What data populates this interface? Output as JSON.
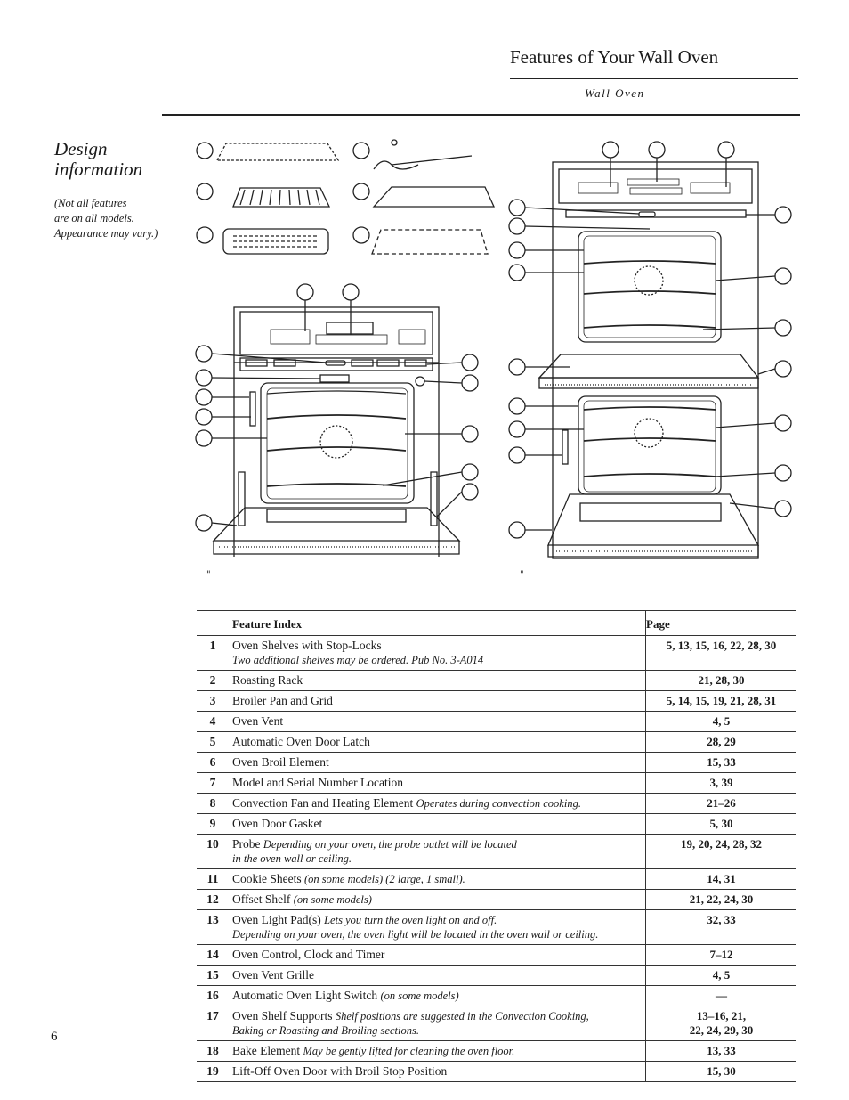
{
  "header": {
    "title": "Features of Your Wall Oven",
    "subtitle": "Wall Oven"
  },
  "sidebar": {
    "heading": "Design information",
    "note_lines": [
      "(Not all features",
      "are on all models.",
      "Appearance may vary.)"
    ]
  },
  "diagram": {
    "left_quote": "\"",
    "right_quote": "\""
  },
  "table": {
    "headers": {
      "feature": "Feature Index",
      "page": "Page"
    },
    "rows": [
      {
        "num": "1",
        "name": "Oven Shelves with Stop-Locks",
        "note": "",
        "note2": "Two additional shelves may be ordered. Pub No. 3-A014",
        "page": "5, 13, 15, 16, 22, 28, 30",
        "page2": ""
      },
      {
        "num": "2",
        "name": "Roasting Rack",
        "note": "",
        "note2": "",
        "page": "21, 28, 30",
        "page2": ""
      },
      {
        "num": "3",
        "name": "Broiler Pan and Grid",
        "note": "",
        "note2": "",
        "page": "5, 14, 15, 19, 21, 28, 31",
        "page2": ""
      },
      {
        "num": "4",
        "name": "Oven Vent",
        "note": "",
        "note2": "",
        "page": "4, 5",
        "page2": ""
      },
      {
        "num": "5",
        "name": "Automatic Oven Door Latch",
        "note": "",
        "note2": "",
        "page": "28, 29",
        "page2": ""
      },
      {
        "num": "6",
        "name": "Oven Broil Element",
        "note": "",
        "note2": "",
        "page": "15, 33",
        "page2": ""
      },
      {
        "num": "7",
        "name": "Model and Serial Number Location",
        "note": "",
        "note2": "",
        "page": "3, 39",
        "page2": ""
      },
      {
        "num": "8",
        "name": "Convection Fan and Heating Element",
        "note": "Operates during convection cooking.",
        "note2": "",
        "page": "21–26",
        "page2": ""
      },
      {
        "num": "9",
        "name": "Oven Door Gasket",
        "note": "",
        "note2": "",
        "page": "5, 30",
        "page2": ""
      },
      {
        "num": "10",
        "name": "Probe",
        "note": "Depending on your oven, the probe outlet will be located",
        "note2": "in the oven wall or ceiling.",
        "page": "19, 20, 24, 28, 32",
        "page2": ""
      },
      {
        "num": "11",
        "name": "Cookie Sheets",
        "note": "(on some models) (2 large, 1 small).",
        "note2": "",
        "page": "14, 31",
        "page2": ""
      },
      {
        "num": "12",
        "name": "Offset Shelf",
        "note": "(on some models)",
        "note2": "",
        "page": "21, 22, 24, 30",
        "page2": ""
      },
      {
        "num": "13",
        "name": "Oven Light Pad(s)",
        "note": "Lets you turn the oven light on and off.",
        "note2": "Depending on your oven, the oven light will be located in the oven wall or ceiling.",
        "page": "32, 33",
        "page2": ""
      },
      {
        "num": "14",
        "name": "Oven Control, Clock and Timer",
        "note": "",
        "note2": "",
        "page": "7–12",
        "page2": ""
      },
      {
        "num": "15",
        "name": "Oven Vent Grille",
        "note": "",
        "note2": "",
        "page": "4, 5",
        "page2": ""
      },
      {
        "num": "16",
        "name": "Automatic Oven Light Switch",
        "note": "(on some models)",
        "note2": "",
        "page": "—",
        "page2": ""
      },
      {
        "num": "17",
        "name": "Oven Shelf Supports",
        "note": "Shelf positions are suggested in the Convection Cooking,",
        "note2": "Baking or Roasting and Broiling sections.",
        "page": "13–16, 21,",
        "page2": "22, 24, 29, 30"
      },
      {
        "num": "18",
        "name": "Bake Element",
        "note": "May be gently lifted for cleaning the oven floor.",
        "note2": "",
        "page": "13, 33",
        "page2": ""
      },
      {
        "num": "19",
        "name": "Lift-Off Oven Door with Broil Stop Position",
        "note": "",
        "note2": "",
        "page": "15, 30",
        "page2": ""
      }
    ]
  },
  "footer": {
    "page_number": "6"
  }
}
